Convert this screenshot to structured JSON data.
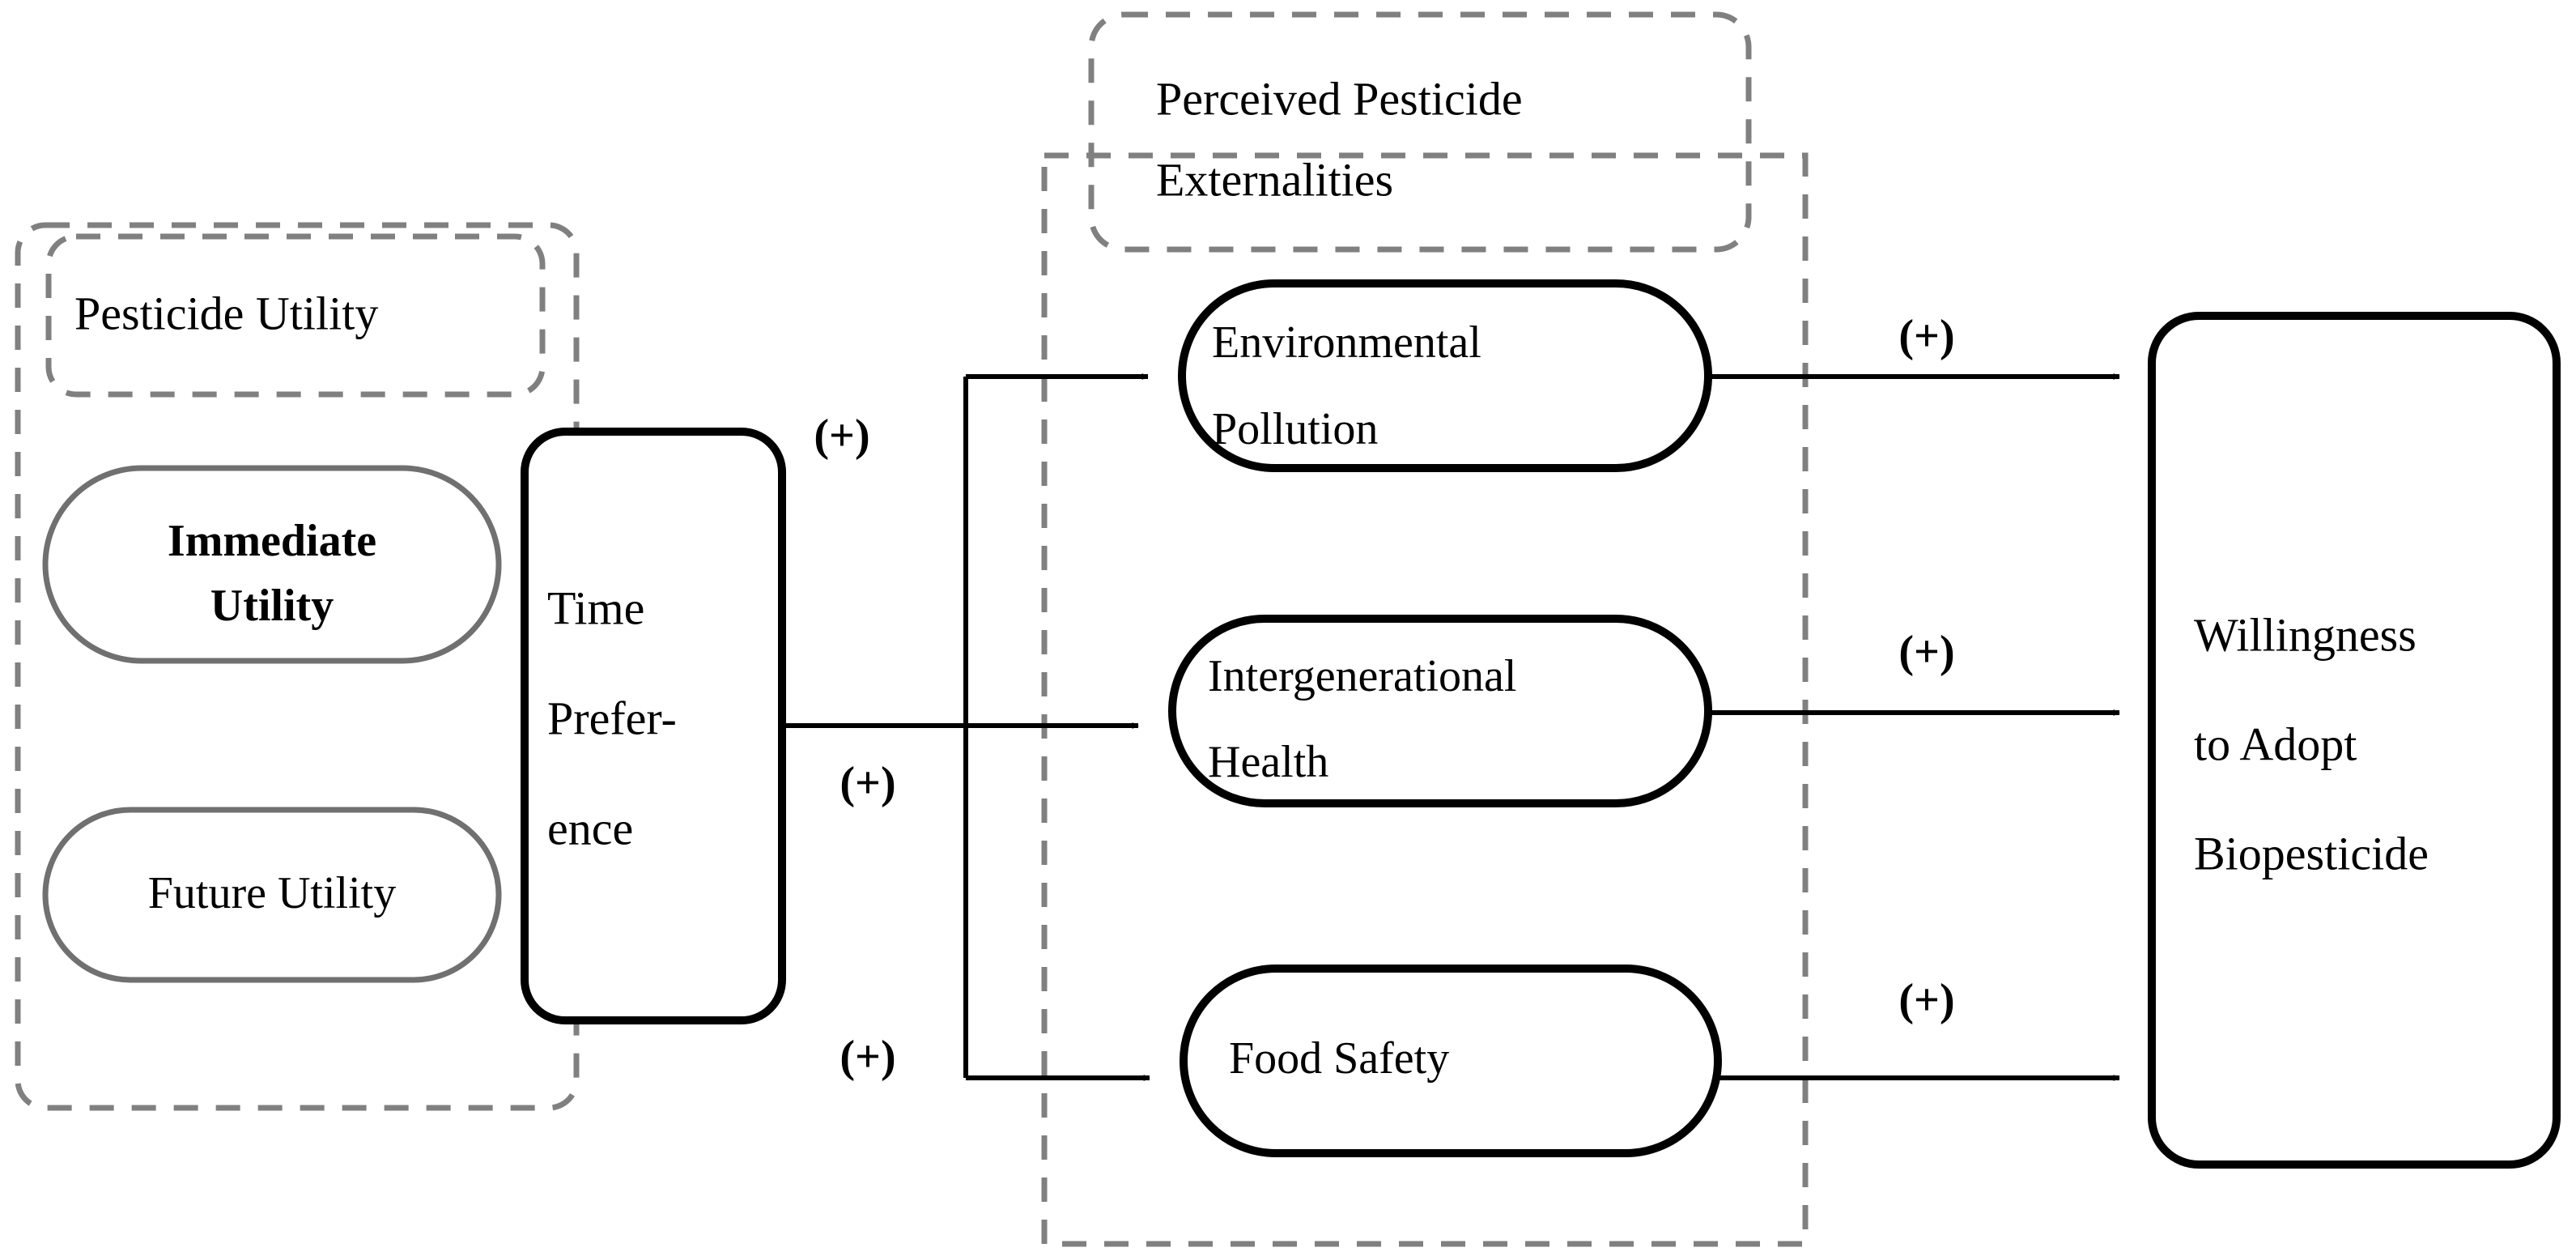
{
  "diagram": {
    "type": "conceptual-framework",
    "groups": [
      {
        "id": "pesticide-utility",
        "label": "Pesticide Utility",
        "style": "dashed"
      },
      {
        "id": "perceived-pesticide-externalities",
        "label": "Perceived Pesticide Externalities",
        "label_line1": "Perceived Pesticide",
        "label_line2": "Externalities",
        "style": "dashed"
      }
    ],
    "nodes": [
      {
        "id": "immediate-utility",
        "label": "Immediate Utility",
        "line1": "Immediate",
        "line2": "Utility",
        "emphasis": "bold",
        "shape": "pill",
        "border": "#707070"
      },
      {
        "id": "future-utility",
        "label": "Future Utility",
        "line1": "Future Utility",
        "line2": "",
        "emphasis": "normal",
        "shape": "pill",
        "border": "#707070"
      },
      {
        "id": "time-preference",
        "label": "Time Preference",
        "line1": "Time",
        "line2": "Prefer-",
        "line3": "ence",
        "emphasis": "normal",
        "shape": "rounded-rect",
        "border": "#000000"
      },
      {
        "id": "environmental-pollution",
        "label": "Environmental Pollution",
        "line1": "Environmental",
        "line2": "Pollution",
        "emphasis": "normal",
        "shape": "pill",
        "border": "#000000"
      },
      {
        "id": "intergenerational-health",
        "label": "Intergenerational Health",
        "line1": "Intergenerational",
        "line2": "Health",
        "emphasis": "normal",
        "shape": "pill",
        "border": "#000000"
      },
      {
        "id": "food-safety",
        "label": "Food Safety",
        "line1": "Food Safety",
        "line2": "",
        "emphasis": "normal",
        "shape": "pill",
        "border": "#000000"
      },
      {
        "id": "willingness-to-adopt-biopesticide",
        "label": "Willingness to Adopt Biopesticide",
        "line1": "Willingness",
        "line2": "to Adopt",
        "line3": "Biopesticide",
        "emphasis": "normal",
        "shape": "rounded-rect",
        "border": "#000000"
      }
    ],
    "edges": [
      {
        "id": "time-preference-to-environmental-pollution",
        "from": "time-preference",
        "to": "environmental-pollution",
        "sign": "(+)"
      },
      {
        "id": "time-preference-to-intergenerational-health",
        "from": "time-preference",
        "to": "intergenerational-health",
        "sign": "(+)"
      },
      {
        "id": "time-preference-to-food-safety",
        "from": "time-preference",
        "to": "food-safety",
        "sign": "(+)"
      },
      {
        "id": "environmental-pollution-to-willingness",
        "from": "environmental-pollution",
        "to": "willingness-to-adopt-biopesticide",
        "sign": "(+)"
      },
      {
        "id": "intergenerational-health-to-willingness",
        "from": "intergenerational-health",
        "to": "willingness-to-adopt-biopesticide",
        "sign": "(+)"
      },
      {
        "id": "food-safety-to-willingness",
        "from": "food-safety",
        "to": "willingness-to-adopt-biopesticide",
        "sign": "(+)"
      }
    ],
    "colors": {
      "background": "#ffffff",
      "dashed_group_stroke": "#808080",
      "light_node_stroke": "#707070",
      "strong_node_stroke": "#000000",
      "text": "#000000"
    }
  }
}
